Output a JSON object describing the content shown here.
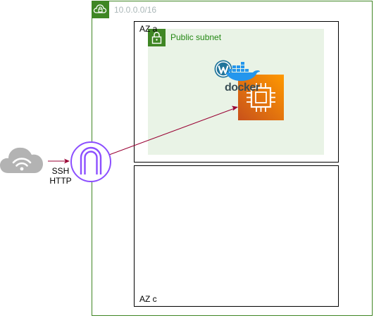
{
  "vpc": {
    "cidr_label": "10.0.0.0/16"
  },
  "availability_zones": [
    {
      "label": "AZ a"
    },
    {
      "label": "AZ c"
    }
  ],
  "subnet": {
    "label": "Public subnet"
  },
  "gateway": {
    "protocols": [
      "SSH",
      "HTTP"
    ]
  },
  "docker": {
    "label": "docker"
  },
  "colors": {
    "vpc_green": "#3f8624",
    "subnet_fill": "#e9f3e6",
    "subnet_text": "#248814",
    "gateway_purple": "#8c4fff",
    "arrow_red": "#990033",
    "ec2_orange": "#f58534",
    "cloud_gray": "#b3b3b3"
  },
  "icons": [
    "cloud-icon",
    "internet-gateway-icon",
    "vpc-lock-icon",
    "subnet-lock-icon",
    "wordpress-icon",
    "docker-icon",
    "ec2-instance-icon"
  ]
}
